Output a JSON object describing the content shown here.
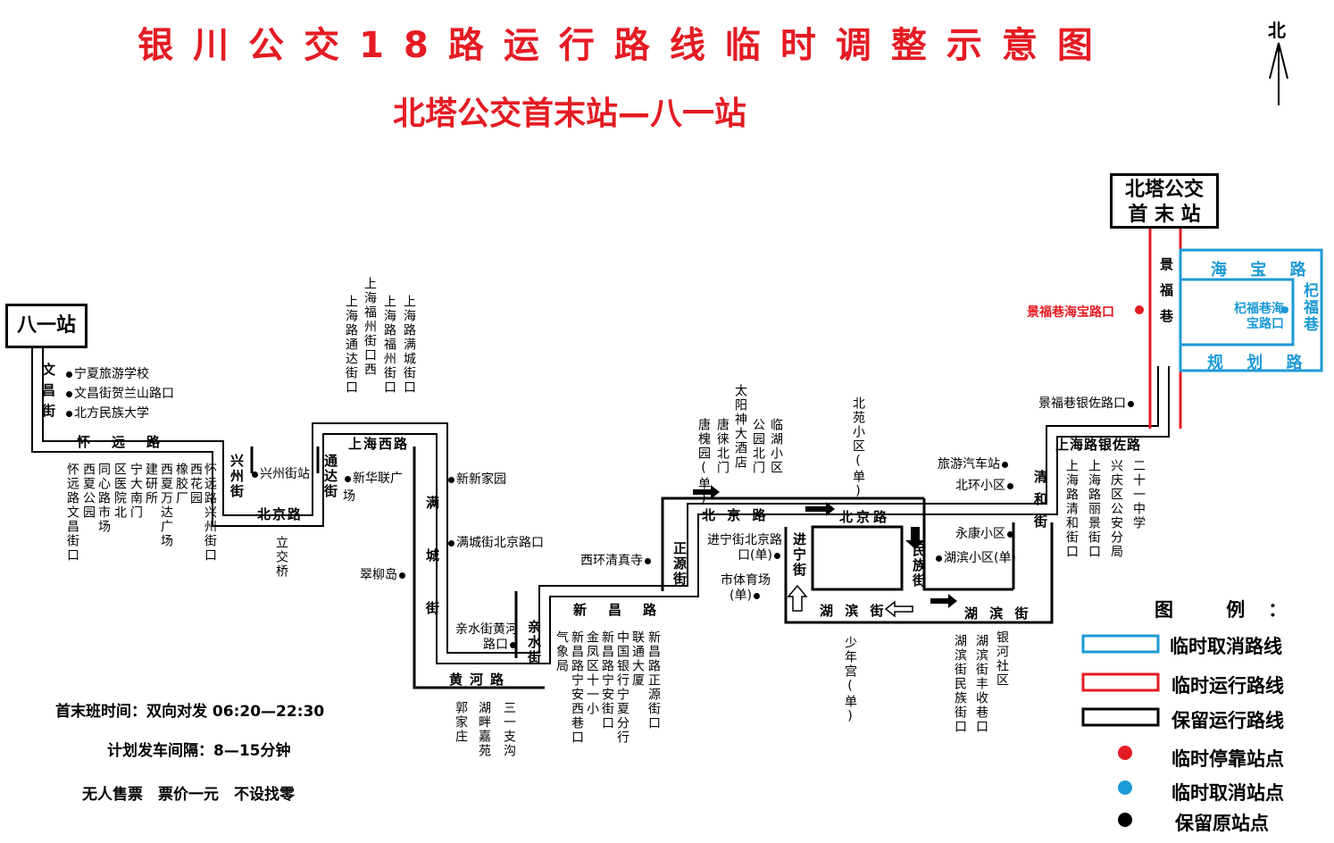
{
  "title": "银川公交18路运行路线临时调整示意图",
  "subtitle": "北塔公交首末站—八一站",
  "north": "北",
  "terminals": {
    "bayi": "八一站",
    "beita_line1": "北塔公交",
    "beita_line2": "首 末 站"
  },
  "roads": {
    "wenchang": "文昌街",
    "huaiyuan": "怀远路",
    "xingzhou": "兴州街",
    "beijing1": "北京路",
    "tongda": "通达街",
    "shanghai_west": "上海西路",
    "mancheng": "满城街",
    "huanghe": "黄河路",
    "qinshui": "亲水街",
    "xinchang": "新昌路",
    "zhengyuan": "正源街",
    "beijing2": "北 京 路",
    "jinning": "进宁街",
    "beijing3": "北京路",
    "minzu": "民族街",
    "hubin1": "湖 滨 街",
    "hubin2": "湖 滨 街",
    "qinghe": "清和街",
    "shanghai_yinzuo": "上海路银佐路",
    "jingfu": "景福巷",
    "haibao": "海 宝 路",
    "guihua": "规 划 路",
    "qifu": "杞福巷"
  },
  "stops": {
    "wenchang_1": "宁夏旅游学校",
    "wenchang_2": "文昌街贺兰山路口",
    "wenchang_3": "北方民族大学",
    "huaiyuan": [
      "怀远路文昌街口",
      "西夏公园",
      "同心路市场",
      "区医院北",
      "宁大南门",
      "建研所",
      "西夏万达广场",
      "橡胶厂",
      "西花园",
      "怀远路兴州街口"
    ],
    "xingzhou": "兴州街站",
    "lijiao": "立交桥",
    "xinhua": "新华联广场",
    "cuiliu": "翠柳岛",
    "shanghai_west": [
      "上海路通达街口",
      "上海福州街口西",
      "上海路福州街口",
      "上海路满城街口"
    ],
    "mancheng_1": "新新家园",
    "mancheng_2": "满城街北京路口",
    "qinshui_huanghe": "亲水街黄河路口",
    "huanghe": [
      "郭家庄",
      "湖畔嘉苑",
      "三一支沟"
    ],
    "xihuan": "西环清真寺",
    "xinchang": [
      "气象局",
      "新昌路宁安西巷口",
      "金凤区十一小",
      "新昌路宁安街口",
      "中国银行宁夏分行",
      "联通大厦",
      "新昌路正源街口"
    ],
    "beijing2": [
      "唐槐园(单)",
      "唐徕北门",
      "太阳神大酒店",
      "公园北门",
      "临湖小区"
    ],
    "jinning_1": "进宁街北京路口(单)",
    "jinning_2": "市体育场(单)",
    "beiyuan": "北苑小区(单)",
    "shaonian": "少年宫(单)",
    "qinghe": [
      "旅游汽车站",
      "北环小区",
      "永康小区",
      "湖滨小区(单)"
    ],
    "hubin2": [
      "湖滨街民族街口",
      "湖滨街丰收巷口",
      "银河社区"
    ],
    "yinzuo": [
      "上海路清和街口",
      "上海路丽景街口",
      "兴庆区公安分局",
      "二十一中学"
    ],
    "jingfu_yinzuo": "景福巷银佐路口",
    "jingfu_haibao": "景福巷海宝路口",
    "qifu_haibao": "杞福巷海宝路口"
  },
  "info": {
    "time": "首末班时间：双向对发 06:20—22:30",
    "interval": "计划发车间隔：8—15分钟",
    "fare": "无人售票　票价一元　不设找零"
  },
  "legend": {
    "title": "图 例：",
    "cancel_route": "临时取消路线",
    "temp_route": "临时运行路线",
    "keep_route": "保留运行路线",
    "temp_stop": "临时停靠站点",
    "cancel_stop": "临时取消站点",
    "keep_stop": "保留原站点"
  },
  "colors": {
    "route": "#000000",
    "temporary": "#e41b23",
    "cancelled": "#1c9ad6"
  }
}
